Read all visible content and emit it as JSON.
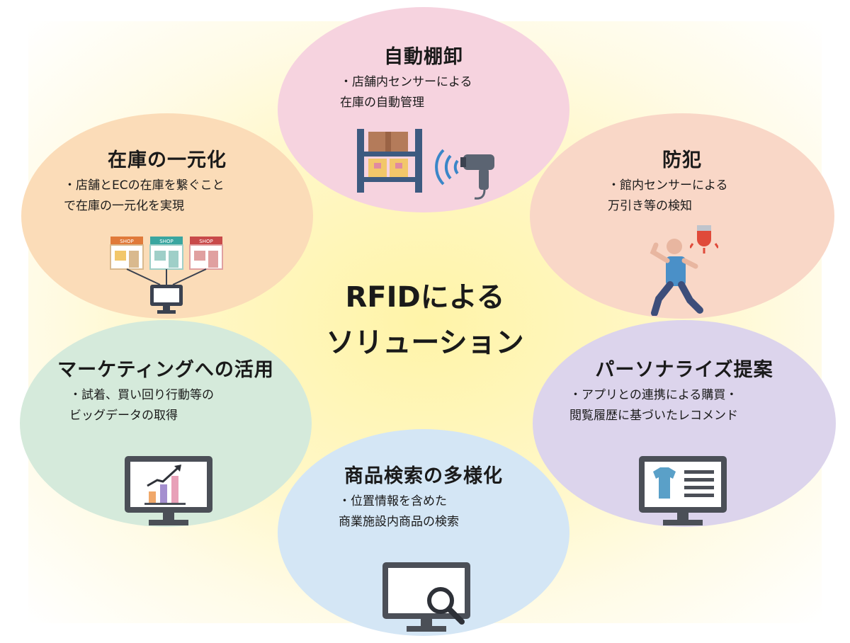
{
  "center": {
    "line1": "RFIDによる",
    "line2": "ソリューション"
  },
  "bubbles": {
    "auto_inventory": {
      "title": "自動棚卸",
      "desc": "・店舗内センサーによる\n在庫の自動管理",
      "color": "#f6d3df"
    },
    "security": {
      "title": "防犯",
      "desc": "・館内センサーによる\n万引き等の検知",
      "color": "#f9d7c7"
    },
    "personalize": {
      "title": "パーソナライズ提案",
      "desc": "・アプリとの連携による購買・\n閲覧履歴に基づいたレコメンド",
      "color": "#dcd4ec"
    },
    "product_search": {
      "title": "商品検索の多様化",
      "desc": "・位置情報を含めた\n商業施設内商品の検索",
      "color": "#d4e6f5"
    },
    "marketing": {
      "title": "マーケティングへの活用",
      "desc": "・試着、買い回り行動等の\nビッグデータの取得",
      "color": "#d5eadb"
    },
    "unified_stock": {
      "title": "在庫の一元化",
      "desc": "・店舗とECの在庫を繋ぐこと\nで在庫の一元化を実現",
      "color": "#fbdcb8"
    }
  },
  "shop_sign": "SHOP",
  "icons": [
    "shelf-icon",
    "scanner-icon",
    "thief-icon",
    "alarm-icon",
    "shop-icon",
    "pc-monitor-icon",
    "chart-monitor-icon",
    "shirt-monitor-icon",
    "search-monitor-icon"
  ]
}
